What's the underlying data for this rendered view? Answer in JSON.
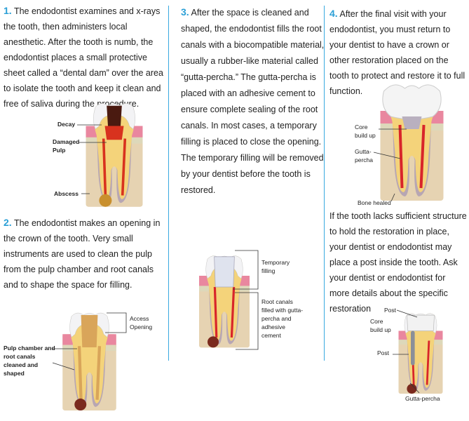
{
  "steps": [
    {
      "number": "1",
      "text": "The endodontist examines and x-rays the tooth, then administers local anesthetic. After the tooth is numb, the endodontist places a small protective sheet called a “dental dam” over the area to isolate the tooth and keep it clean and free of saliva during the procedure.",
      "labels": {
        "decay": "Decay",
        "damaged_pulp": "Damaged Pulp",
        "abscess": "Abscess"
      }
    },
    {
      "number": "2",
      "text": "The endodontist makes an opening in the crown of the tooth. Very small instruments are used to clean the pulp from the pulp chamber and root canals and to shape the space for filling.",
      "labels": {
        "access_opening": "Access Opening",
        "pulp_chamber": "Pulp chamber and root canals cleaned and shaped"
      }
    },
    {
      "number": "3",
      "text": "After the space is cleaned and shaped, the endodontist fills the root canals with a biocompatible material, usually a rubber-like material called “gutta-percha.” The gutta-percha is placed with an adhesive cement to ensure complete sealing of the root canals. In most cases, a temporary filling is placed to close the opening. The temporary filling will be removed by your dentist before the tooth is restored.",
      "labels": {
        "temporary_filling": "Temporary filling",
        "root_canals": "Root canals filled with gutta-percha and adhesive cement"
      }
    },
    {
      "number": "4",
      "text": "After the final visit with your endodontist, you must return to your dentist to have a crown or other restoration placed on the tooth to protect and restore it to full function.",
      "labels": {
        "core_build_up": "Core build up",
        "gutta_percha": "Gutta-percha",
        "bone_healed": "Bone healed"
      },
      "extra_text": "If the tooth lacks sufficient structure to hold the restoration in place, your dentist or endodontist may place a post inside the tooth. Ask your dentist or endodontist for more details about the specific restoration",
      "post_labels": {
        "post_top": "Post",
        "core_build_up": "Core build up",
        "post": "Post",
        "gutta_percha": "Gutta-percha"
      }
    }
  ],
  "colors": {
    "accent": "#2a9fd6",
    "divider": "#39a9e0"
  }
}
